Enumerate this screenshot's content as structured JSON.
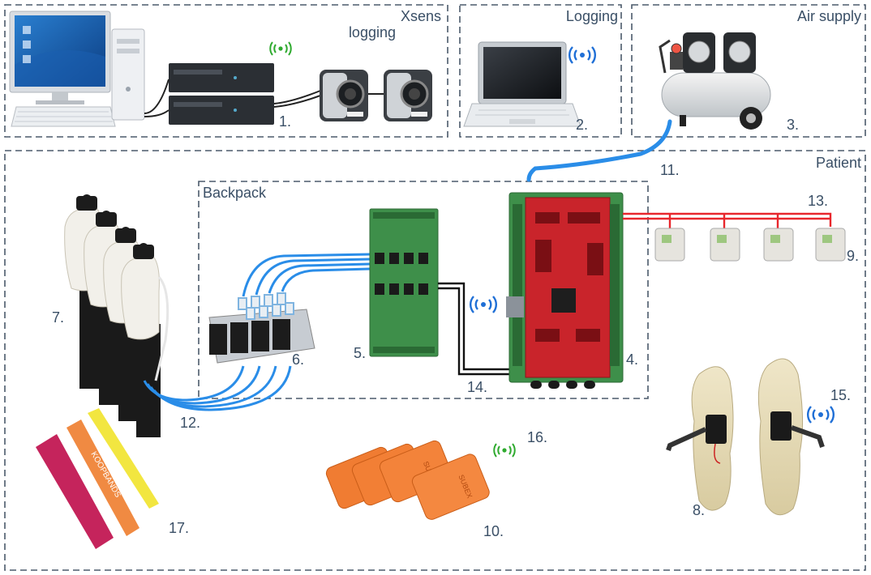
{
  "boxes": {
    "xsens": {
      "title_line1": "Xsens",
      "title_line2": "logging"
    },
    "logging": {
      "title": "Logging"
    },
    "air_supply": {
      "title": "Air supply"
    },
    "patient": {
      "title": "Patient"
    },
    "backpack": {
      "title": "Backpack"
    }
  },
  "numbers": {
    "n1": "1.",
    "n2": "2.",
    "n3": "3.",
    "n4": "4.",
    "n5": "5.",
    "n6": "6.",
    "n7": "7.",
    "n8": "8.",
    "n9": "9.",
    "n10": "10.",
    "n11": "11.",
    "n12": "12.",
    "n13": "13.",
    "n14": "14.",
    "n15": "15.",
    "n16": "16.",
    "n17": "17."
  },
  "product_text": {
    "sensor_brand": "SUBEX",
    "band_brand": "KOOPBANDS"
  },
  "colors": {
    "box_border": "#4b5a6b",
    "label_text": "#3a4f66",
    "wireless_blue": "#1f6fd6",
    "wireless_green": "#2eaa2e",
    "pneumatic_tube": "#2a8de8",
    "sensor_wire": "#e8262c",
    "pcb_red": "#c9242b",
    "pcb_green": "#3e8f4a",
    "sensor_orange": "#f07c32"
  }
}
